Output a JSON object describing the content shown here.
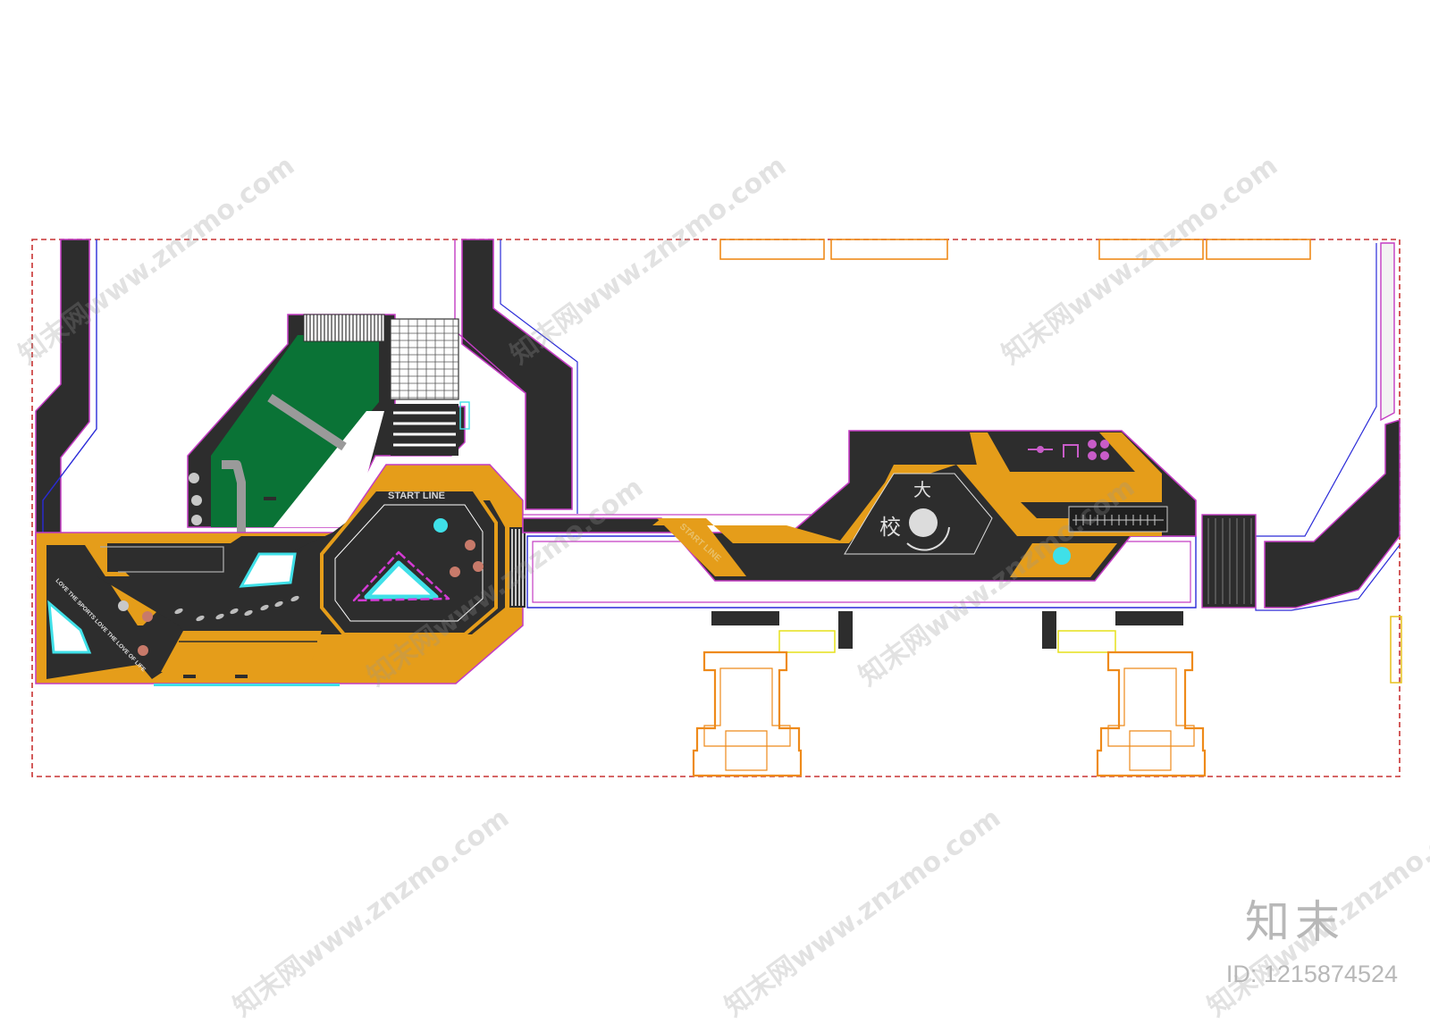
{
  "plan": {
    "start_line_1": "START LINE",
    "start_line_2": "START LINE",
    "slogan": "LOVE THE SPORTS LOVE THE LOVE OF LIFE",
    "calligraphy": [
      "校",
      "大"
    ]
  },
  "watermark": {
    "text": "知末网www.znzmo.com"
  },
  "footer": {
    "brand": "知末",
    "image_id": "ID: 1215874524"
  },
  "colors": {
    "asphalt": "#2d2d2d",
    "track_orange": "#e59d1a",
    "turf_green": "#0a7336",
    "boundary_red": "#c83232",
    "outline_magenta": "#c33cc3",
    "outline_blue": "#2a2ad8",
    "cyan": "#3fe0e8",
    "building_orange": "#ee8a1a"
  }
}
